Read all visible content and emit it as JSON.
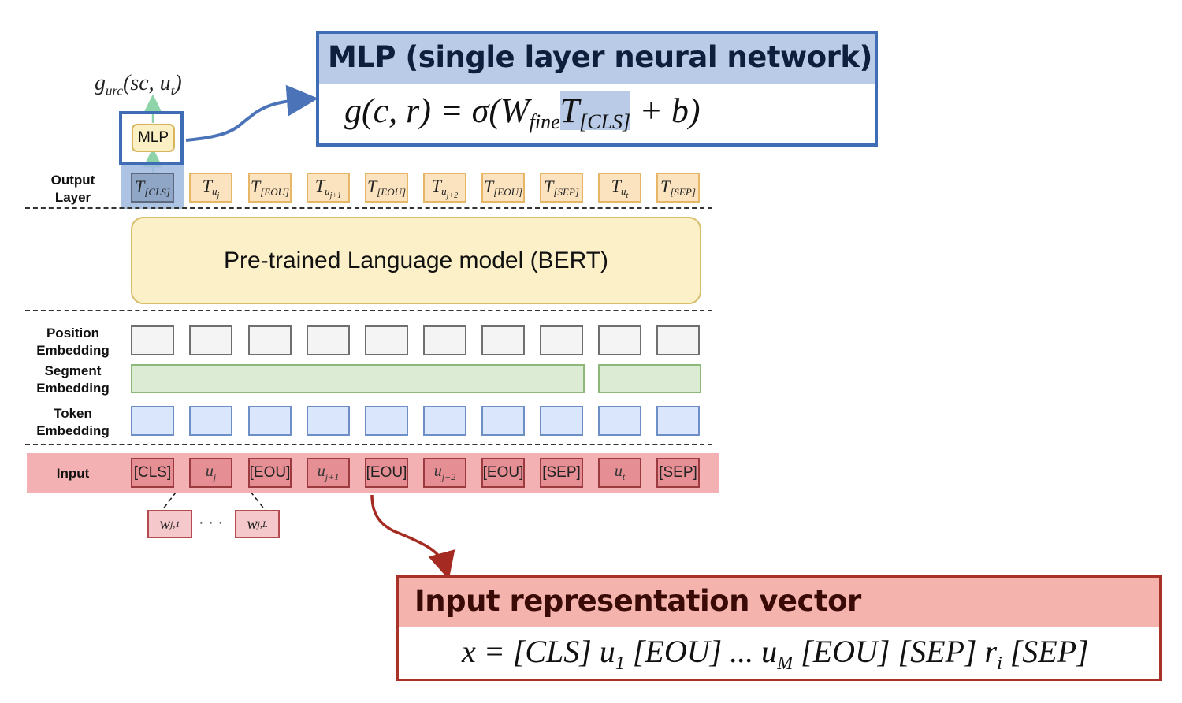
{
  "diagram": {
    "row_labels": {
      "output_line1": "Output",
      "output_line2": "Layer",
      "position_line1": "Position",
      "position_line2": "Embedding",
      "segment_line1": "Segment",
      "segment_line2": "Embedding",
      "token_line1": "Token",
      "token_line2": "Embedding",
      "input": "Input"
    },
    "output_function": {
      "g": "g",
      "sub": "urc",
      "args": "(sc, u",
      "args_sub": "t",
      "close": ")"
    },
    "mlp_label": "MLP",
    "bert_label": "Pre-trained Language model (BERT)",
    "output_tokens": [
      {
        "base": "T",
        "sub": "[CLS]"
      },
      {
        "base": "T",
        "sub": "u",
        "subsub": "j"
      },
      {
        "base": "T",
        "sub": "[EOU]"
      },
      {
        "base": "T",
        "sub": "u",
        "subsub": "j+1"
      },
      {
        "base": "T",
        "sub": "[EOU]"
      },
      {
        "base": "T",
        "sub": "u",
        "subsub": "j+2"
      },
      {
        "base": "T",
        "sub": "[EOU]"
      },
      {
        "base": "T",
        "sub": "[SEP]"
      },
      {
        "base": "T",
        "sub": "u",
        "subsub": "t"
      },
      {
        "base": "T",
        "sub": "[SEP]"
      }
    ],
    "input_tokens": [
      {
        "text": "[CLS]",
        "math": false
      },
      {
        "text": "u",
        "sub": "j",
        "math": true
      },
      {
        "text": "[EOU]",
        "math": false
      },
      {
        "text": "u",
        "sub": "j+1",
        "math": true
      },
      {
        "text": "[EOU]",
        "math": false
      },
      {
        "text": "u",
        "sub": "j+2",
        "math": true
      },
      {
        "text": "[EOU]",
        "math": false
      },
      {
        "text": "[SEP]",
        "math": false
      },
      {
        "text": "u",
        "sub": "t",
        "math": true
      },
      {
        "text": "[SEP]",
        "math": false
      }
    ],
    "words": {
      "first": {
        "base": "w",
        "sub": "j,1"
      },
      "ellipsis": "· · ·",
      "last": {
        "base": "w",
        "sub": "j,L"
      }
    }
  },
  "mlp_callout": {
    "title": "MLP (single layer neural network)",
    "formula": {
      "lhs": "g(c, r) = σ(W",
      "w_sub": "fine",
      "t": "T",
      "t_sub": "[CLS]",
      "rest": " + b)"
    }
  },
  "input_callout": {
    "title": "Input representation vector",
    "formula": {
      "p1": "x = [CLS] u",
      "s1": "1",
      "p2": " [EOU] ... u",
      "s2": "M",
      "p3": " [EOU] [SEP] r",
      "s3": "i",
      "p4": " [SEP]"
    }
  },
  "colors": {
    "blue_frame": "#3f6db5",
    "blue_band": "#b9cbe6",
    "red_frame": "#a93128",
    "red_band": "#f4b3ad",
    "input_band": "#f3b1b3",
    "bert_fill": "#fbf0c8"
  }
}
